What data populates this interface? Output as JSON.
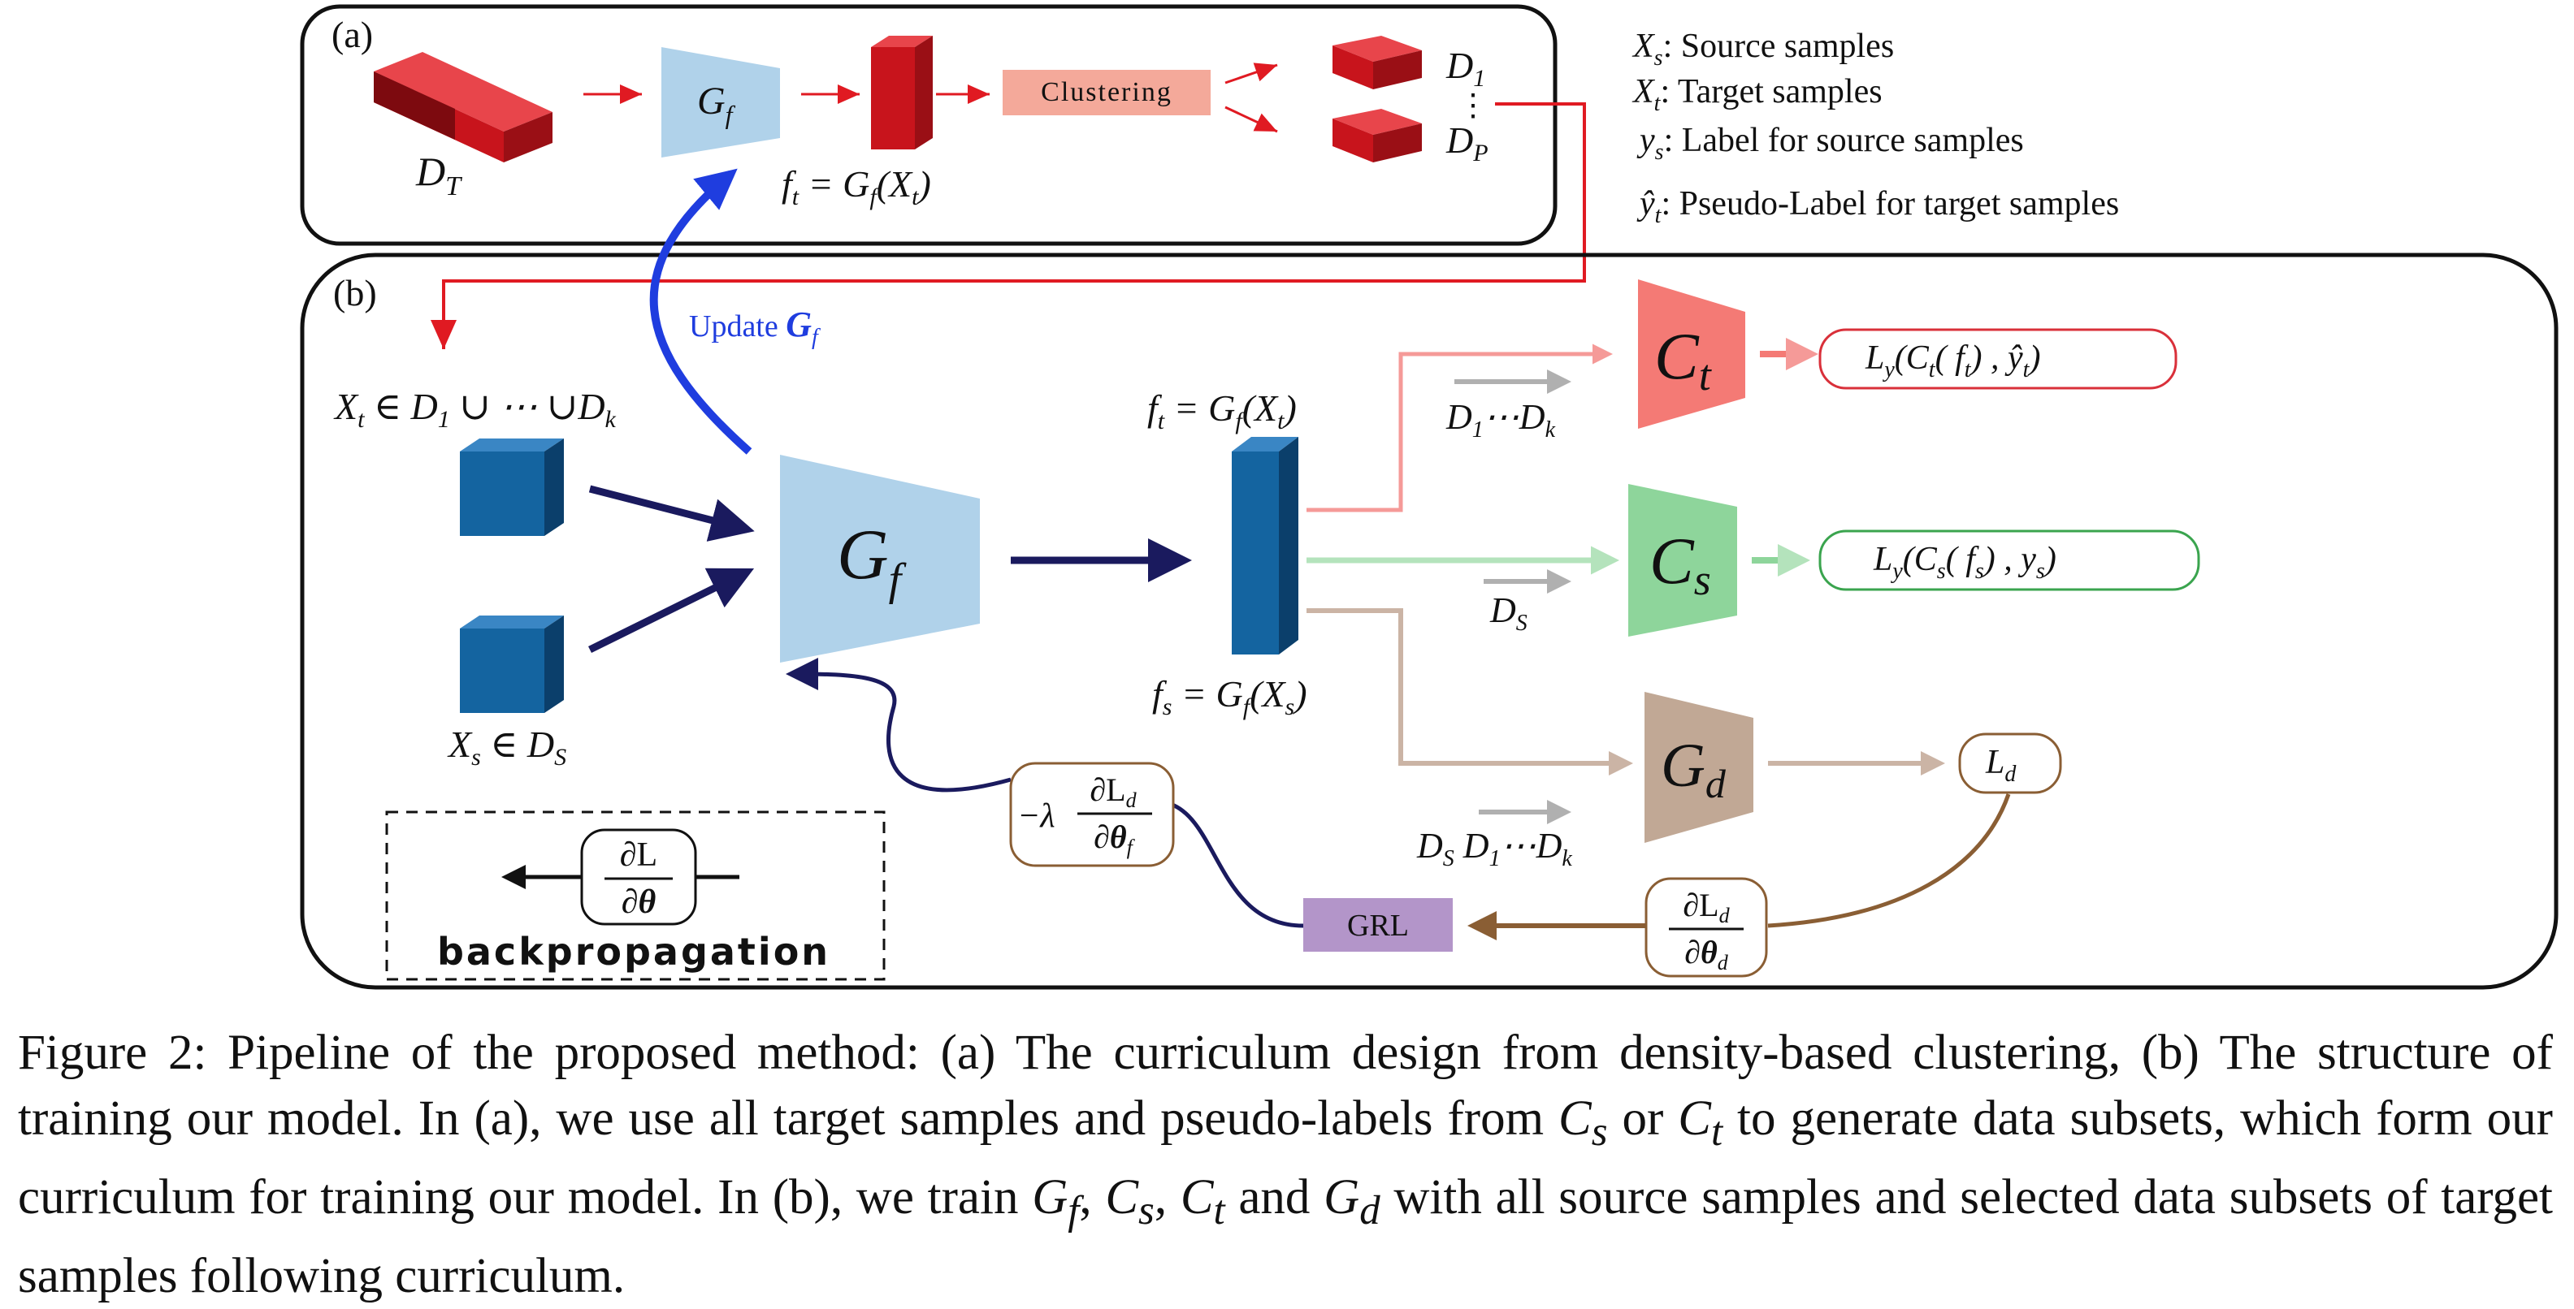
{
  "figure": {
    "panel_a_label": "(a)",
    "panel_b_label": "(b)",
    "legend": {
      "xs_sym": "X",
      "xs_sub": "s",
      "xs_text": ": Source samples",
      "xt_sym": "X",
      "xt_sub": "t",
      "xt_text": ": Target samples",
      "ys_sym": "y",
      "ys_sub": "s",
      "ys_text": ":  Label for source samples",
      "yt_sym": "ŷ",
      "yt_sub": "t",
      "yt_text": ": Pseudo-Label for target samples"
    },
    "panel_a": {
      "dt_label": "D",
      "dt_sub": "T",
      "gf_label": "G",
      "gf_sub": "f",
      "ft_eq": "f",
      "ft_sub": "t",
      "ft_rhs": " = G",
      "ft_rhs_sub": "f",
      "ft_arg": "(X",
      "ft_arg_sub": "t",
      "ft_close": ")",
      "clustering": "Clustering",
      "d1_label": "D",
      "d1_sub": "1",
      "vdots": "⋮",
      "dp_label": "D",
      "dp_sub": "P"
    },
    "panel_b": {
      "update_text": "Update ",
      "update_g": "G",
      "update_sub": "f",
      "xt_set": "X",
      "xt_set_sub": "t",
      "xt_set_rhs": " ∈ D",
      "xt_set_rhs_sub": "1",
      "xt_set_union": " ∪ ⋯  ∪D",
      "xt_set_k": "k",
      "xs_set": "X",
      "xs_set_sub": "s",
      "xs_set_rhs": " ∈ D",
      "xs_set_rhs_sub": "S",
      "gf_label": "G",
      "gf_sub": "f",
      "ft_eq": "f",
      "ft_sub": "t",
      "ft_rhs": " = G",
      "ft_rhs_sub": "f",
      "ft_arg": "(X",
      "ft_arg_sub": "t",
      "ft_close": ")",
      "fs_eq": "f",
      "fs_sub": "s",
      "fs_rhs": " = G",
      "fs_rhs_sub": "f",
      "fs_arg": "(X",
      "fs_arg_sub": "s",
      "fs_close": ")",
      "ct_label": "C",
      "ct_sub": "t",
      "cs_label": "C",
      "cs_sub": "s",
      "gd_label": "G",
      "gd_sub": "d",
      "d1dk": "D",
      "d1dk_sub1": "1",
      "d1dk_mid": "⋯D",
      "d1dk_sub2": "k",
      "ds_label": "D",
      "ds_sub": "S",
      "dsd1dk": "D",
      "dsd1dk_s": "S",
      "dsd1dk_d1": " D",
      "dsd1dk_1": "1",
      "dsd1dk_mid": "⋯D",
      "dsd1dk_k": "k",
      "loss_ct": "L",
      "loss_ct_y": "y",
      "loss_ct_body": "(C",
      "loss_ct_t": "t",
      "loss_ct_f": "( f",
      "loss_ct_ft": "t",
      "loss_ct_end": ") , ŷ",
      "loss_ct_yt": "t",
      "loss_ct_close": ")",
      "loss_cs": "L",
      "loss_cs_y": "y",
      "loss_cs_body": "(C",
      "loss_cs_s": "s",
      "loss_cs_f": "( f",
      "loss_cs_fs": "s",
      "loss_cs_end": ") , y",
      "loss_cs_ys": "s",
      "loss_cs_close": ")",
      "ld_label": "L",
      "ld_sub": "d",
      "grl": "GRL",
      "neg_lambda": "−λ",
      "grad_num": "∂L",
      "grad_num_sub": "d",
      "grad_den": "∂θ",
      "grad_den_sub": "f",
      "grad2_num": "∂L",
      "grad2_num_sub": "d",
      "grad2_den": "∂θ",
      "grad2_den_sub": "d",
      "bp_num": "∂L",
      "bp_den": "∂θ",
      "bp_text": "backpropagation"
    },
    "colors": {
      "red_block": "#c8141c",
      "blue_block": "#1464a0",
      "generator_fill": "#b0d2ea",
      "clustering_fill": "#f4a99a",
      "ct_fill": "#f47a75",
      "cs_fill": "#8ed59b",
      "gd_fill": "#c1a895",
      "grl_fill": "#b395c9",
      "navy_arrow": "#1a1a5e",
      "update_blue": "#1f3ddf",
      "red_line": "#e01a22"
    }
  },
  "caption": {
    "prefix": "Figure 2:  Pipeline of the proposed method:  (a) The curriculum design from density-based clustering, (b) The structure of training our model. In (a), we use all target samples and pseudo-labels from ",
    "cs": "C",
    "cs_sub": "s",
    "mid1": " or ",
    "ct": "C",
    "ct_sub": "t",
    "mid2": " to generate data subsets, which form our curriculum for training our model.  In (b), we train ",
    "gf": "G",
    "gf_sub": "f",
    "comma1": ", ",
    "cs2": "C",
    "cs2_sub": "s",
    "comma2": ", ",
    "ct2": "C",
    "ct2_sub": "t",
    "and": " and ",
    "gd": "G",
    "gd_sub": "d",
    "suffix": " with all source samples and selected data subsets of target samples following curriculum."
  }
}
